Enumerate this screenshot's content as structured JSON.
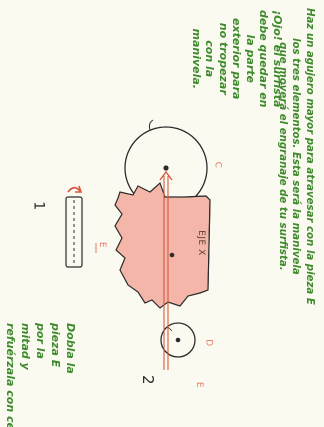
{
  "instruction_fold": {
    "lines": [
      "Dobla la",
      "pieza E",
      "por la",
      "mitad y",
      "refuérzala con celo."
    ]
  },
  "instruction_warning": {
    "lead": "¡Ojo!",
    "lines": [
      " el surfista",
      "debe quedar en",
      "la parte",
      "exterior para",
      "no tropezar",
      "con la",
      "manivela."
    ]
  },
  "instruction_bottom": {
    "lines": [
      "Haz un agujero mayor para atravesar con la pieza E",
      "los tres elementos. Esta será la manivela",
      "que moverá el engranaje de tu surfista."
    ]
  },
  "labels": {
    "step1": "1",
    "step2": "2",
    "piece_e_top": "E",
    "piece_e_bottom": "E",
    "piece_d": "D",
    "piece_c": "C",
    "axis": "EJE X"
  },
  "colors": {
    "green_text": "#3e8a2c",
    "red_lines": "#d9573f",
    "pink_fill": "#f3b6a8",
    "dark_lines": "#2b2b2b"
  }
}
